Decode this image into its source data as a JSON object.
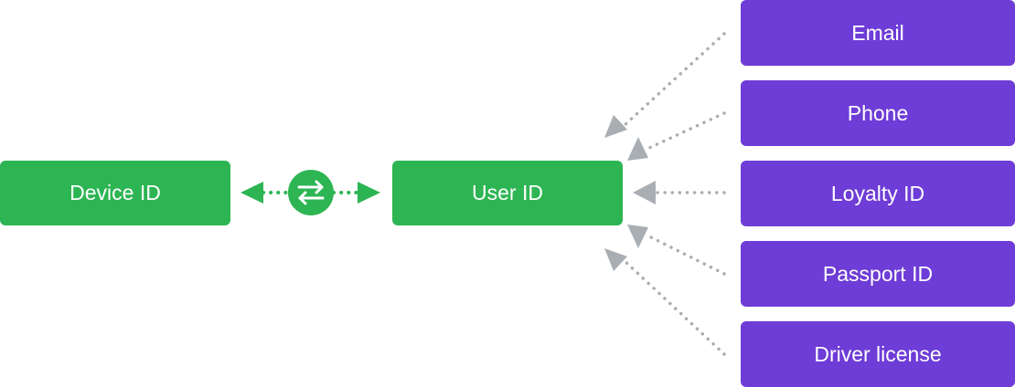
{
  "colors": {
    "green": "#2db553",
    "purple": "#6e3cd6",
    "gray_arrow": "#a9aeb3"
  },
  "nodes": {
    "device_id": "Device ID",
    "user_id": "User ID",
    "identifiers": [
      "Email",
      "Phone",
      "Loyalty ID",
      "Passport ID",
      "Driver license"
    ]
  },
  "icons": {
    "swap": "swap-arrows-icon"
  }
}
